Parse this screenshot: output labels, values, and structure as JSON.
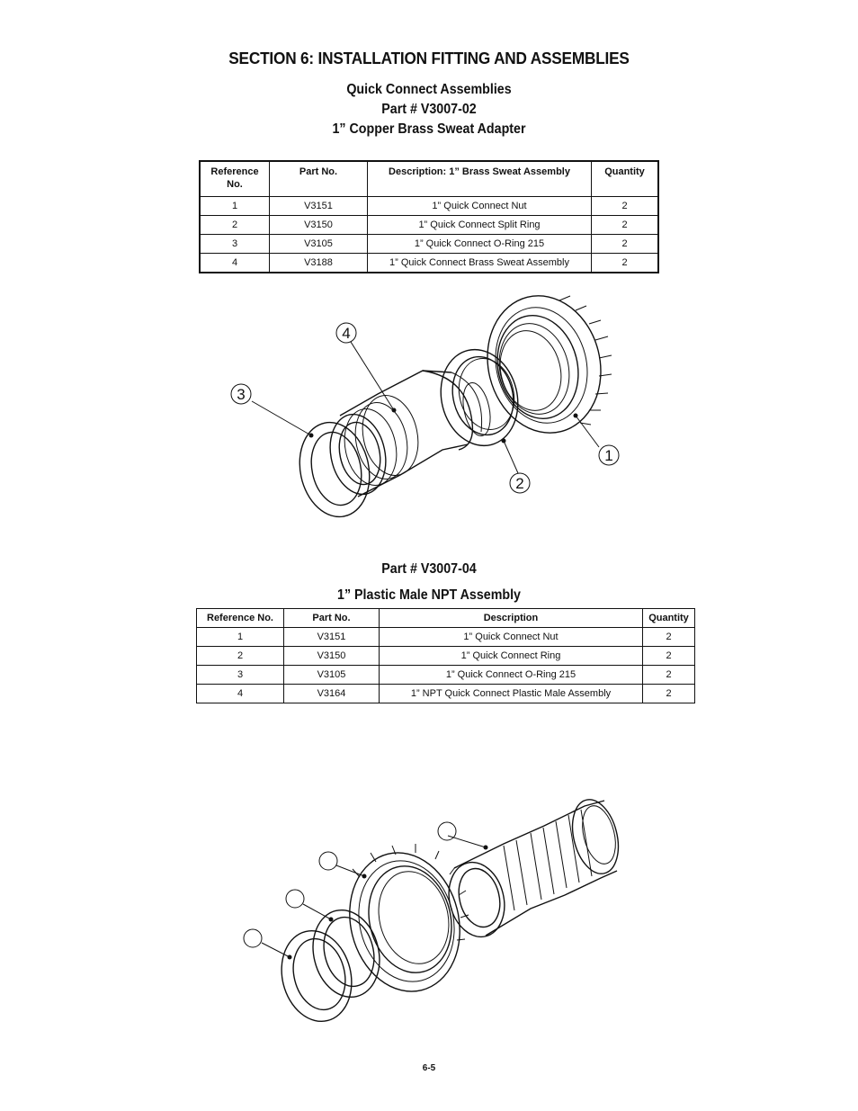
{
  "section_title": "SECTION 6: INSTALLATION FITTING AND ASSEMBLIES",
  "assembly1": {
    "line1": "Quick Connect Assemblies",
    "line2": "Part # V3007-02",
    "line3": "1” Copper Brass Sweat Adapter",
    "headers": [
      "Reference No.",
      "Part No.",
      "Description: 1” Brass Sweat Assembly",
      "Quantity"
    ],
    "rows": [
      [
        "1",
        "V3151",
        "1” Quick Connect Nut",
        "2"
      ],
      [
        "2",
        "V3150",
        "1” Quick Connect Split Ring",
        "2"
      ],
      [
        "3",
        "V3105",
        "1” Quick Connect O-Ring 215",
        "2"
      ],
      [
        "4",
        "V3188",
        "1” Quick Connect Brass Sweat Assembly",
        "2"
      ]
    ],
    "callouts": [
      "1",
      "2",
      "3",
      "4"
    ]
  },
  "assembly2": {
    "line1": "Part # V3007-04",
    "line2": "1” Plastic Male NPT Assembly",
    "headers": [
      "Reference No.",
      "Part No.",
      "Description",
      "Quantity"
    ],
    "rows": [
      [
        "1",
        "V3151",
        "1” Quick Connect Nut",
        "2"
      ],
      [
        "2",
        "V3150",
        "1” Quick Connect Ring",
        "2"
      ],
      [
        "3",
        "V3105",
        "1” Quick Connect O-Ring 215",
        "2"
      ],
      [
        "4",
        "V3164",
        "1” NPT Quick Connect Plastic Male Assembly",
        "2"
      ]
    ]
  },
  "page_number": "6-5"
}
